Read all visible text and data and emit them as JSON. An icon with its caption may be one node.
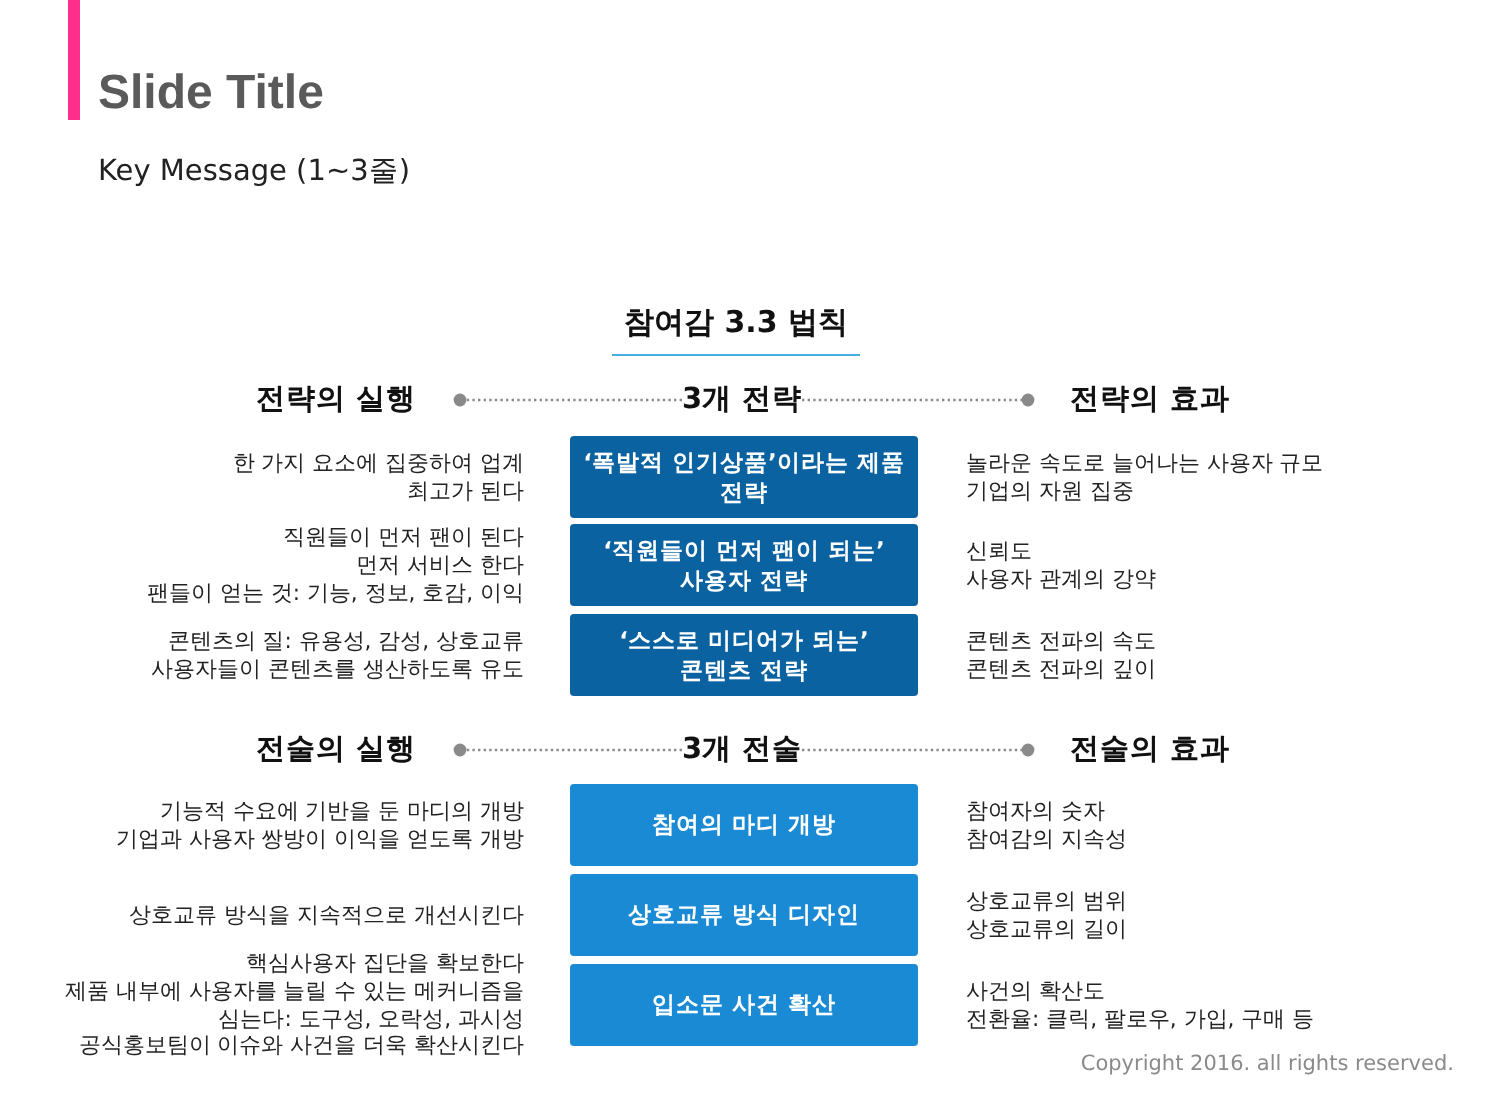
{
  "diagram": {
    "title": "Slide Title",
    "nodes": [
      {
        "text": [
          "3개 전략"
        ]
      },
      {
        "text": [
          "전략의 실행"
        ]
      },
      {
        "text": [
          "전략의 효과"
        ]
      },
      {
        "text": [
          "‘폭발적 인기상품’이라는 제품 전략"
        ],
        "beside": [
          "한 가지 요소에 집중하여 업계 최고가 된다",
          "놀라운 속도로 늘어나는 사용자 규모",
          "기업의 자원 집중"
        ]
      },
      {
        "text": [
          "‘직원들이 먼저 팬이 되는’ 사용자 전략"
        ],
        "beside": [
          "직원들이 먼저 팬이 된다",
          "먼저 서비스 한다",
          "팬들이 얻는 것: 기능, 정보, 호감, 이익",
          "신뢰도",
          "사용자 관계의 강약"
        ]
      },
      {
        "text": [
          "‘스스로 미디어가 되는’ 콘텐츠 전략"
        ],
        "beside": [
          "콘텐츠의 질: 유용성, 감성, 상호교류",
          "사용자들이 콘텐츠를 생산하도록 유도",
          "콘텐츠 전파의 속도",
          "콘텐츠 전파의 깊이"
        ]
      },
      {
        "text": [
          "3개 전술"
        ]
      },
      {
        "text": [
          "전술의 실행"
        ]
      },
      {
        "text": [
          "전술의 효과"
        ]
      },
      {
        "text": [
          "참여의 마디 개방"
        ],
        "beside": [
          "기능적 수요에 기반을 둔 마디의 개방",
          "기업과 사용자 쌍방이 이익을 얻도록 개방",
          "참여자의 숫자",
          "참여감의 지속성"
        ]
      },
      {
        "text": [
          "상호교류 방식 디자인"
        ],
        "beside": [
          "상호교류 방식을 지속적으로 개선시킨다",
          "상호교류의 범위",
          "상호교류의 길이"
        ]
      },
      {
        "text": [
          "입소문 사건 확산"
        ],
        "beside": [
          "핵심사용자 집단을 확보한다",
          "제품 내부에 사용자를 늘릴 수 있는 메커니즘을 심는다: 도구성, 오락성, 과시성",
          "공식홍보팀이 이슈와 사건을 더욱 확산시킨다",
          "사건의 확산도",
          "전환율: 클릭, 팔로우, 가입, 구매 등"
        ]
      }
    ],
    "edges": [
      {
        "from": 0,
        "to": 1,
        "arrow": "other",
        "style": "dashed"
      },
      {
        "from": 0,
        "to": 2,
        "arrow": "other",
        "style": "dashed"
      },
      {
        "from": 6,
        "to": 7,
        "arrow": "other",
        "style": "dashed"
      },
      {
        "from": 6,
        "to": 8,
        "arrow": "other",
        "style": "dashed"
      }
    ],
    "labels": [
      "Key Message (1~3줄)",
      "참여감 3.3 법칙",
      "Copyright 2016. all rights reserved."
    ]
  }
}
